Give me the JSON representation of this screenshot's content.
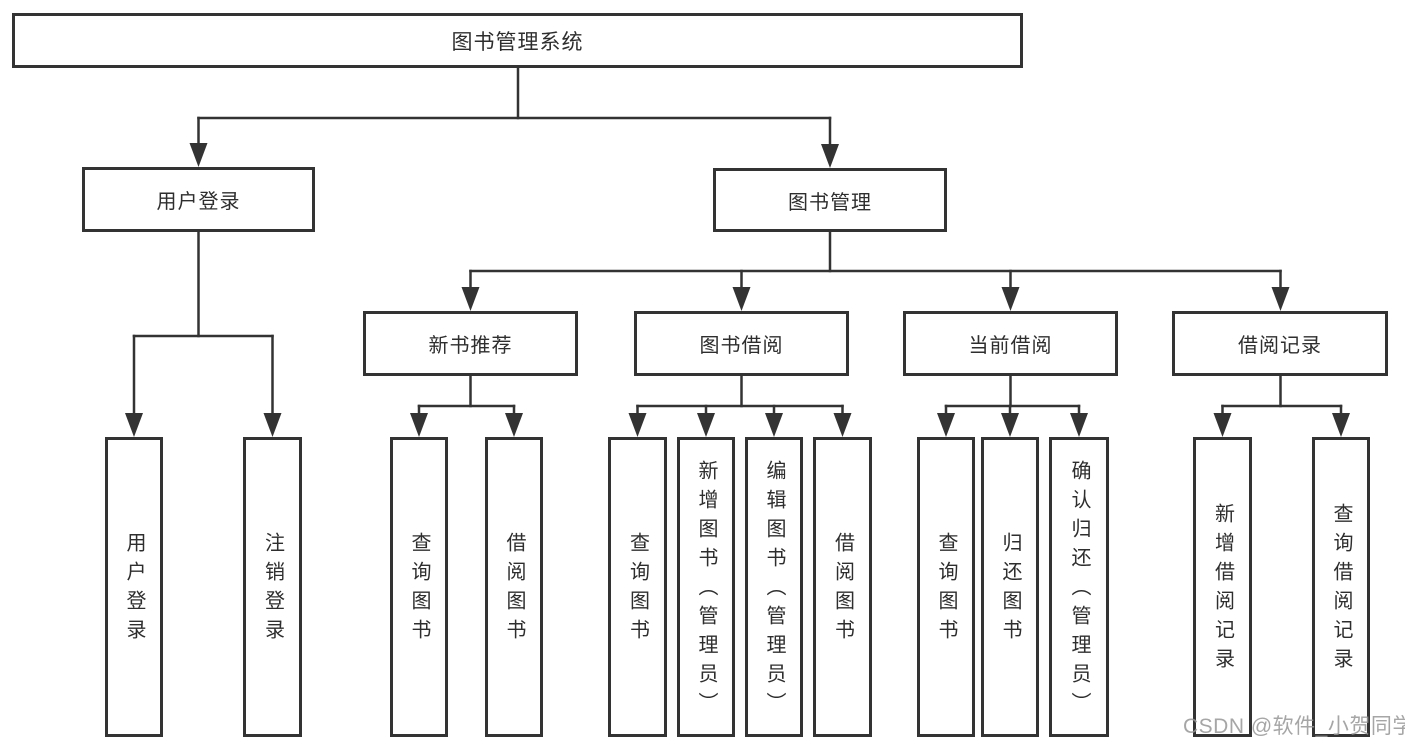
{
  "colors": {
    "line": "#333333",
    "box_border": "#333333",
    "text": "#2e2e2e",
    "watermark": "#969696",
    "background": "#ffffff"
  },
  "diagram": {
    "root": {
      "label": "图书管理系统"
    },
    "user_login": {
      "label": "用户登录",
      "children": {
        "login": {
          "label": "用户登录"
        },
        "logout": {
          "label": "注销登录"
        }
      }
    },
    "book_mgmt": {
      "label": "图书管理",
      "children": {
        "new_book_rec": {
          "label": "新书推荐",
          "children": {
            "query_books": {
              "label": "查询图书"
            },
            "borrow_books": {
              "label": "借阅图书"
            }
          }
        },
        "book_borrow": {
          "label": "图书借阅",
          "children": {
            "query_books": {
              "label": "查询图书"
            },
            "add_books": {
              "label": "新增图书（管理员）"
            },
            "edit_books": {
              "label": "编辑图书（管理员）"
            },
            "borrow_books": {
              "label": "借阅图书"
            }
          }
        },
        "current_borrow": {
          "label": "当前借阅",
          "children": {
            "query_books": {
              "label": "查询图书"
            },
            "return_books": {
              "label": "归还图书"
            },
            "confirm_return": {
              "label": "确认归还（管理员）"
            }
          }
        },
        "borrow_records": {
          "label": "借阅记录",
          "children": {
            "add_record": {
              "label": "新增借阅记录"
            },
            "query_record": {
              "label": "查询借阅记录"
            }
          }
        }
      }
    }
  },
  "watermark": {
    "text": "CSDN @软件_小贺同学"
  }
}
